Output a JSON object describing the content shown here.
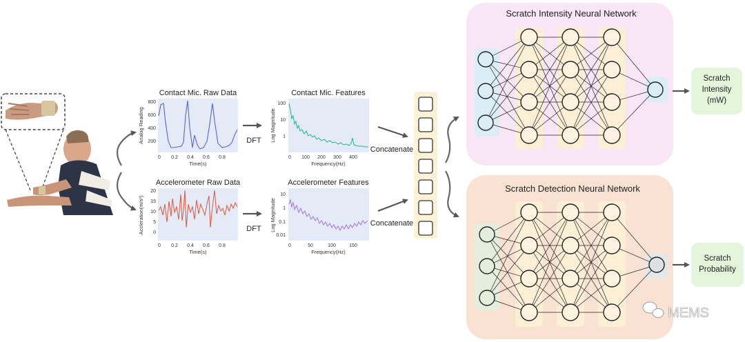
{
  "plots": {
    "contact_raw": {
      "title": "Contact Mic. Raw Data",
      "xlabel": "Time(s)",
      "ylabel": "Analog Reading",
      "xticks": [
        "0",
        "0.2",
        "0.4",
        "0.6",
        "0.8"
      ],
      "yticks": [
        "800",
        "600",
        "400",
        "200"
      ]
    },
    "contact_feat": {
      "title": "Contact Mic. Features",
      "xlabel": "Frequency(Hz)",
      "ylabel": "Log Magnitude",
      "xticks": [
        "0",
        "100",
        "200",
        "300",
        "400"
      ],
      "yticks": [
        "100",
        "10",
        "1"
      ]
    },
    "accel_raw": {
      "title": "Accelerometer Raw Data",
      "xlabel": "Time(s)",
      "ylabel": "Accleration(m/s²)",
      "xticks": [
        "0",
        "0.2",
        "0.4",
        "0.6",
        "0.8"
      ],
      "yticks": [
        "20",
        "15",
        "10",
        "5",
        "0"
      ]
    },
    "accel_feat": {
      "title": "Accelerometer Features",
      "xlabel": "Frequency(Hz)",
      "ylabel": "Log Magnitude",
      "xticks": [
        "0",
        "50",
        "100",
        "150"
      ],
      "yticks": [
        "10",
        "1",
        "0.1",
        "0.01"
      ]
    }
  },
  "labels": {
    "dft": "DFT",
    "concatenate": "Concatenate"
  },
  "networks": {
    "intensity": {
      "title": "Scratch Intensity Neural Network",
      "output": [
        "Scratch",
        "Intensity",
        "(mW)"
      ]
    },
    "detection": {
      "title": "Scratch Detection Neural Network",
      "output": [
        "Scratch",
        "Probability"
      ]
    }
  },
  "watermark": "MEMS",
  "colors": {
    "raw_contact": "#5b63d6",
    "raw_accel": "#e0553a",
    "feat_contact": "#22b789",
    "feat_accel": "#a774e0",
    "plot_bg": "#e4eaf6",
    "intensity_bg": "#f8e6f6",
    "detection_bg": "#f9e2d2",
    "output_box": "#e3f6dc",
    "hidden_node": "#fff3df"
  }
}
